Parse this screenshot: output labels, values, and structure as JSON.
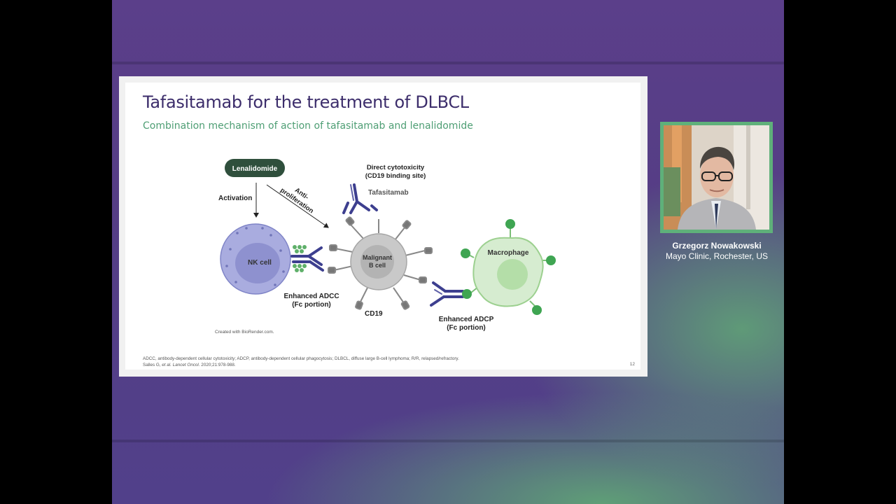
{
  "slide": {
    "title": "Tafasitamab for the treatment of DLBCL",
    "subtitle": "Combination mechanism of action of tafasitamab and lenalidomide",
    "page_number": "12",
    "footnote_line1": "ADCC, antibody-dependent cellular cytotoxicity; ADCP, antibody-dependent cellular phagocytosis; DLBCL, diffuse large B-cell lymphoma; R/R, relapsed/refractory.",
    "footnote_line2_prefix": "Salles G, ",
    "footnote_line2_italic": "et al. Lancet Oncol.",
    "footnote_line2_suffix": " 2020;21:978-988."
  },
  "diagram": {
    "lenalidomide": "Lenalidomide",
    "activation": "Activation",
    "anti_proliferation_1": "Anti-",
    "anti_proliferation_2": "proliferation",
    "direct_cytotoxicity_1": "Direct cytotoxicity",
    "direct_cytotoxicity_2": "(CD19 binding site)",
    "tafasitamab": "Tafasitamab",
    "nk_cell": "NK cell",
    "malignant_1": "Malignant",
    "malignant_2": "B cell",
    "macrophage": "Macrophage",
    "enhanced_adcc_1": "Enhanced ADCC",
    "enhanced_adcc_2": "(Fc portion)",
    "cd19": "CD19",
    "enhanced_adcp_1": "Enhanced ADCP",
    "enhanced_adcp_2": "(Fc portion)",
    "credit": "Created with BioRender.com."
  },
  "speaker": {
    "name": "Grzegorz Nowakowski",
    "affiliation": "Mayo Clinic, Rochester, US"
  },
  "colors": {
    "title": "#3c2d6b",
    "subtitle": "#4e9e74",
    "lenalidomide_pill": "#2f4f3c",
    "nk_cell": "#a9acdf",
    "b_cell": "#c9c9c9",
    "macrophage": "#c7e6bf",
    "antibody": "#3d3f8f",
    "speaker_border": "#5fb07a"
  }
}
